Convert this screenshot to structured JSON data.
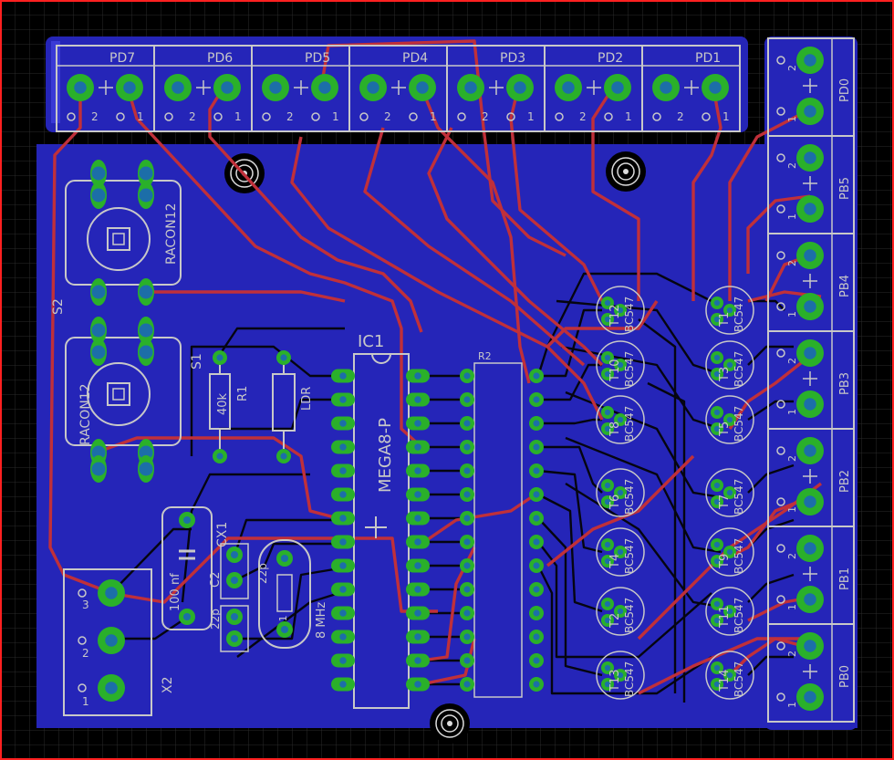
{
  "colors": {
    "background": "#000000",
    "board": "#2525b8",
    "board_edge": "#3a3ad6",
    "grid": "#2a2a2a",
    "trace_top": "#c0303a",
    "trace_bottom": "#050510",
    "silk": "#c8c8c8",
    "pad": "#2ab02a",
    "drill": "#1c6ea8",
    "frame": "#ff2020"
  },
  "headers_top": [
    "PD7",
    "PD6",
    "PD5",
    "PD4",
    "PD3",
    "PD2",
    "PD1"
  ],
  "headers_right": [
    "PD0",
    "PB5",
    "PB4",
    "PB3",
    "PB2",
    "PB1",
    "PB0"
  ],
  "pin_numbers": {
    "left": "2",
    "right": "1"
  },
  "x2": {
    "name": "X2",
    "pins": [
      "3",
      "2",
      "1"
    ]
  },
  "ic1": {
    "name": "IC1",
    "part": "MEGA8-P"
  },
  "resistor_network": {
    "name": "R2"
  },
  "r1": {
    "name": "R1",
    "value": "40k"
  },
  "ldr": {
    "name": "LDR"
  },
  "s1": {
    "name": "S1",
    "part": "RACON12"
  },
  "s2": {
    "name": "S2",
    "part": "RACON12"
  },
  "crystal": {
    "name": "Q1",
    "value": "8 MHz"
  },
  "c1": {
    "name": "CX1",
    "value": "100 nf"
  },
  "c2": {
    "name": "C2",
    "value": "22p"
  },
  "c3": {
    "value": "22p"
  },
  "transistors": {
    "part": "BC547",
    "left_column": [
      "T12",
      "T10",
      "T8",
      "T6",
      "T4",
      "T2",
      "T13"
    ],
    "right_column": [
      "T1",
      "T3",
      "T5",
      "T7",
      "T9",
      "T11",
      "T14"
    ]
  }
}
